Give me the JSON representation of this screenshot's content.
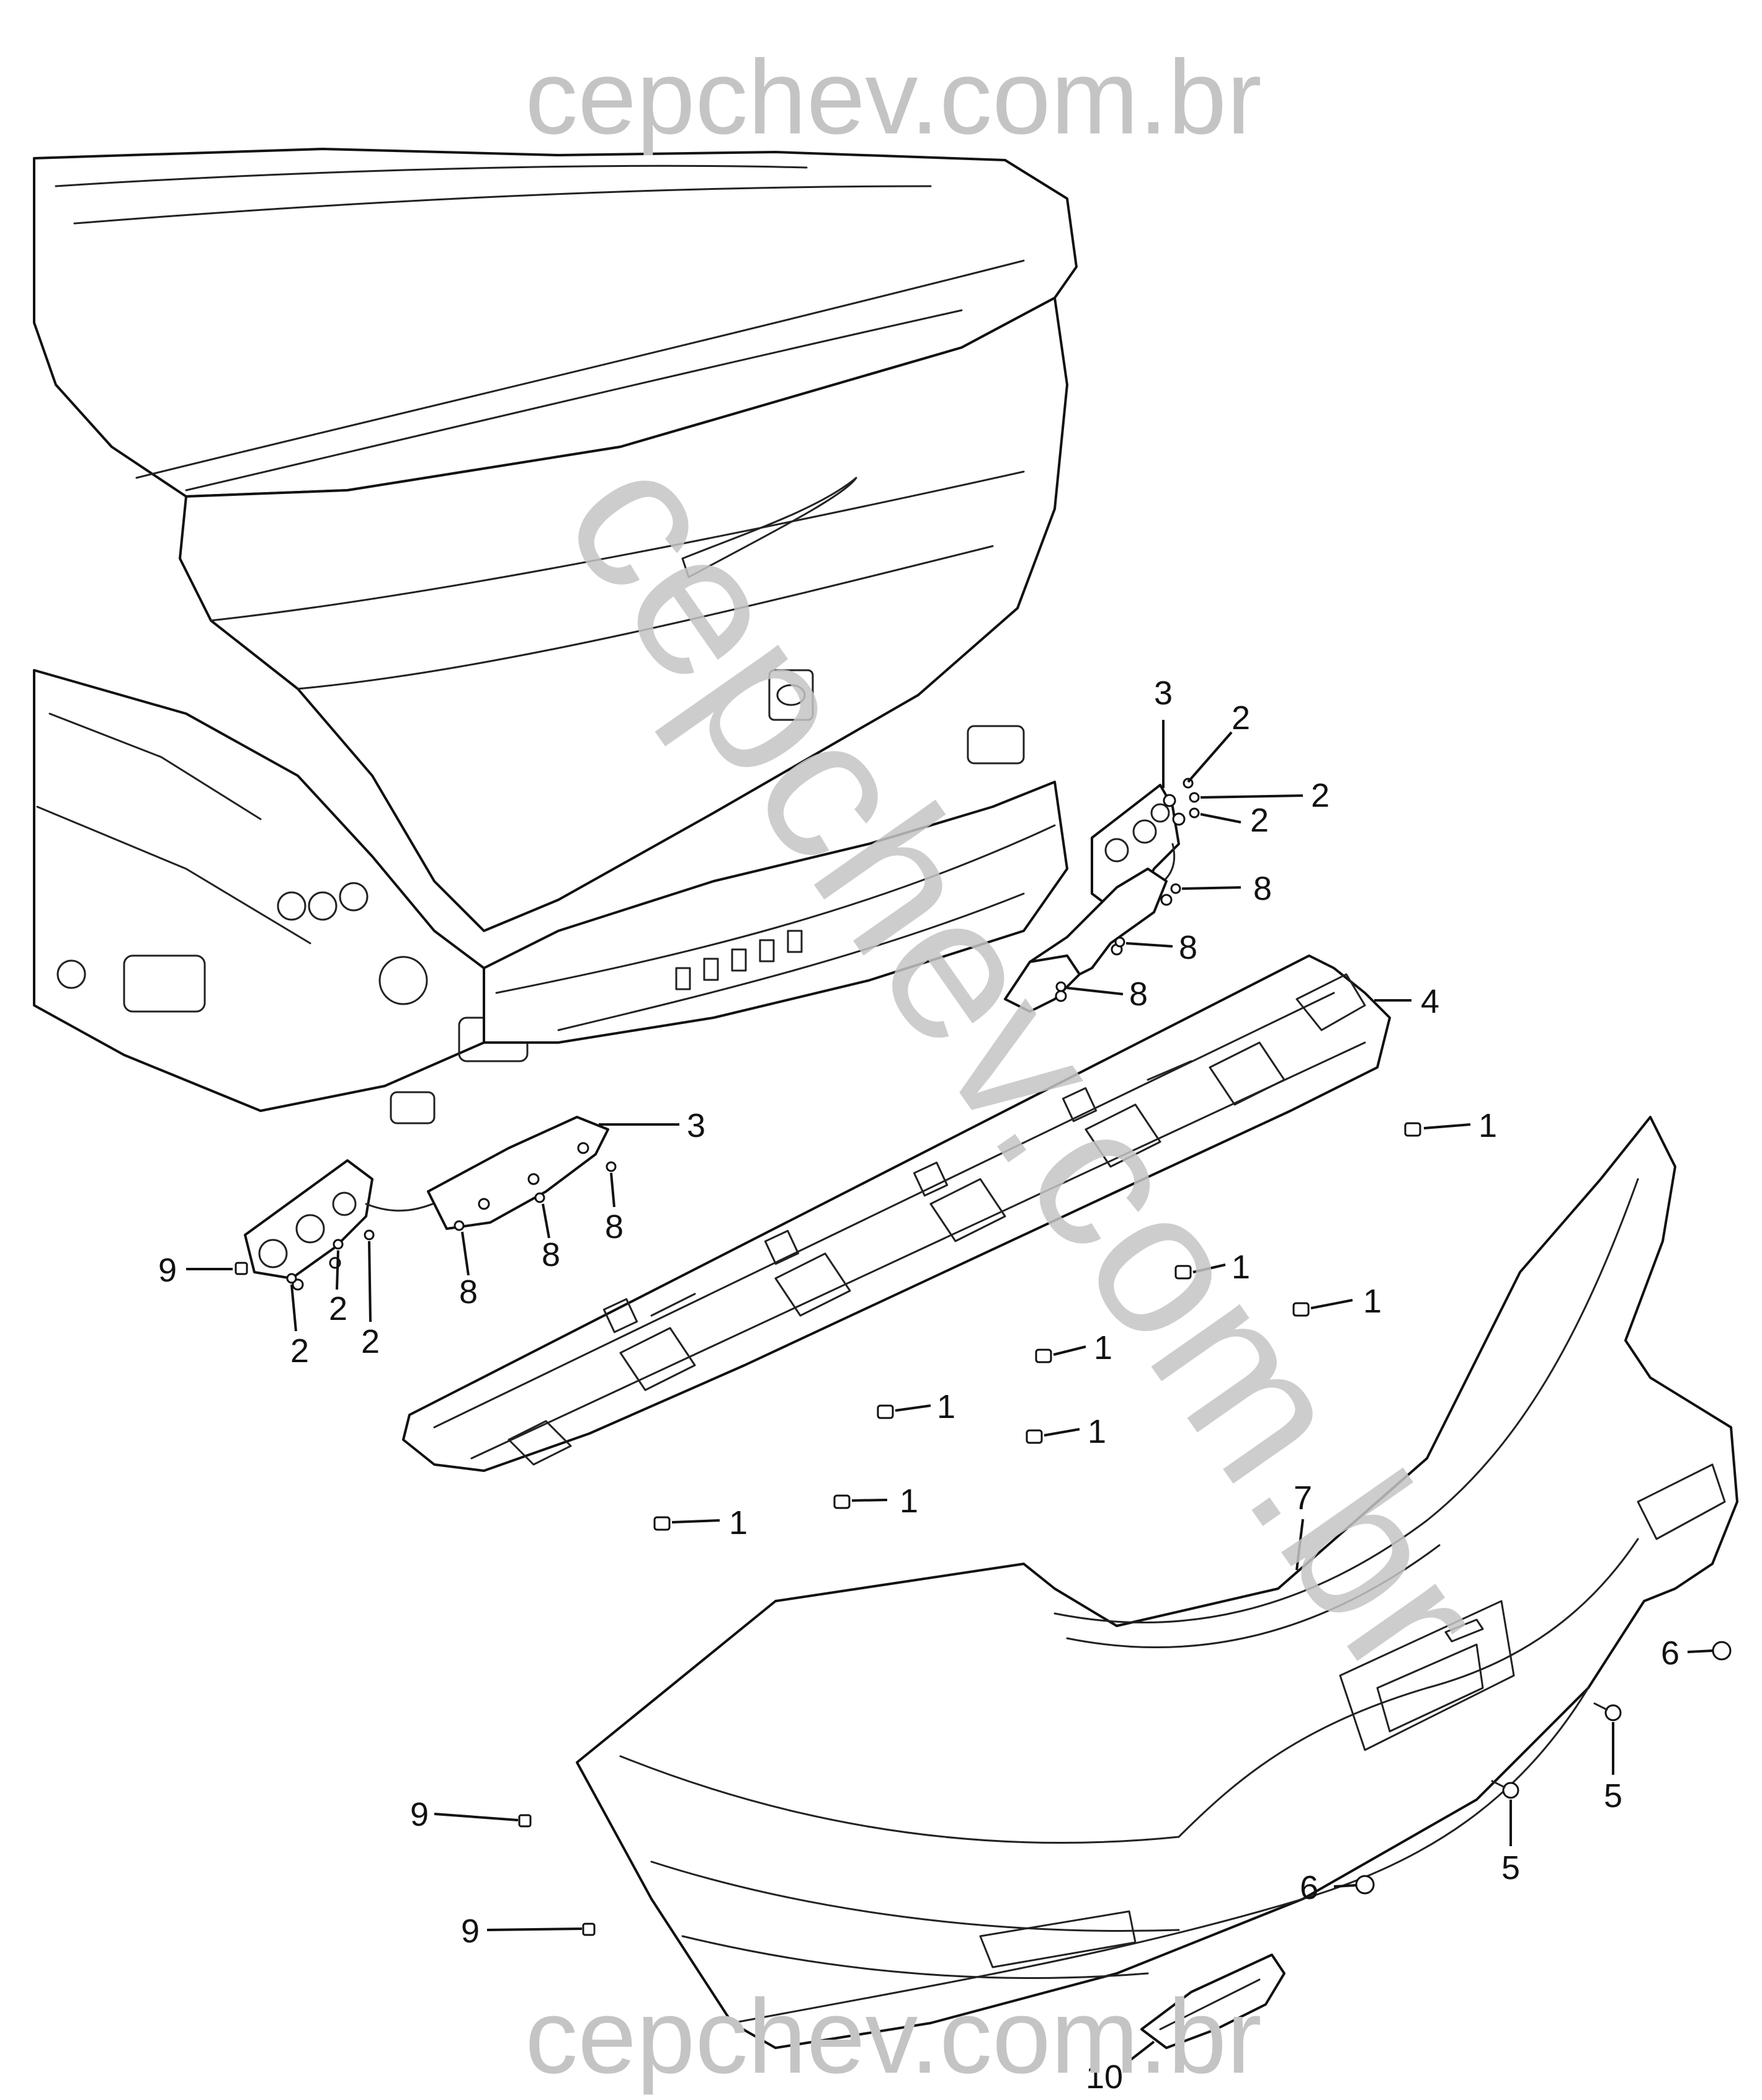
{
  "watermark": {
    "top": "cepchev.com.br",
    "bottom": "cepchev.com.br",
    "diagonal": "cepchev.com.br"
  },
  "callouts": [
    {
      "id": "c3a",
      "label": "3"
    },
    {
      "id": "c2a",
      "label": "2"
    },
    {
      "id": "c2b",
      "label": "2"
    },
    {
      "id": "c2c",
      "label": "2"
    },
    {
      "id": "c8a",
      "label": "8"
    },
    {
      "id": "c8b",
      "label": "8"
    },
    {
      "id": "c8c",
      "label": "8"
    },
    {
      "id": "c4",
      "label": "4"
    },
    {
      "id": "c3b",
      "label": "3"
    },
    {
      "id": "c1a",
      "label": "1"
    },
    {
      "id": "c9a",
      "label": "9"
    },
    {
      "id": "c8d",
      "label": "8"
    },
    {
      "id": "c8e",
      "label": "8"
    },
    {
      "id": "c8f",
      "label": "8"
    },
    {
      "id": "c2d",
      "label": "2"
    },
    {
      "id": "c2e",
      "label": "2"
    },
    {
      "id": "c2f",
      "label": "2"
    },
    {
      "id": "c1b",
      "label": "1"
    },
    {
      "id": "c1c",
      "label": "1"
    },
    {
      "id": "c1d",
      "label": "1"
    },
    {
      "id": "c1e",
      "label": "1"
    },
    {
      "id": "c1f",
      "label": "1"
    },
    {
      "id": "c1g",
      "label": "1"
    },
    {
      "id": "c1h",
      "label": "1"
    },
    {
      "id": "c7",
      "label": "7"
    },
    {
      "id": "c6a",
      "label": "6"
    },
    {
      "id": "c5a",
      "label": "5"
    },
    {
      "id": "c5b",
      "label": "5"
    },
    {
      "id": "c9b",
      "label": "9"
    },
    {
      "id": "c6b",
      "label": "6"
    },
    {
      "id": "c9c",
      "label": "9"
    },
    {
      "id": "c10",
      "label": "10"
    }
  ]
}
